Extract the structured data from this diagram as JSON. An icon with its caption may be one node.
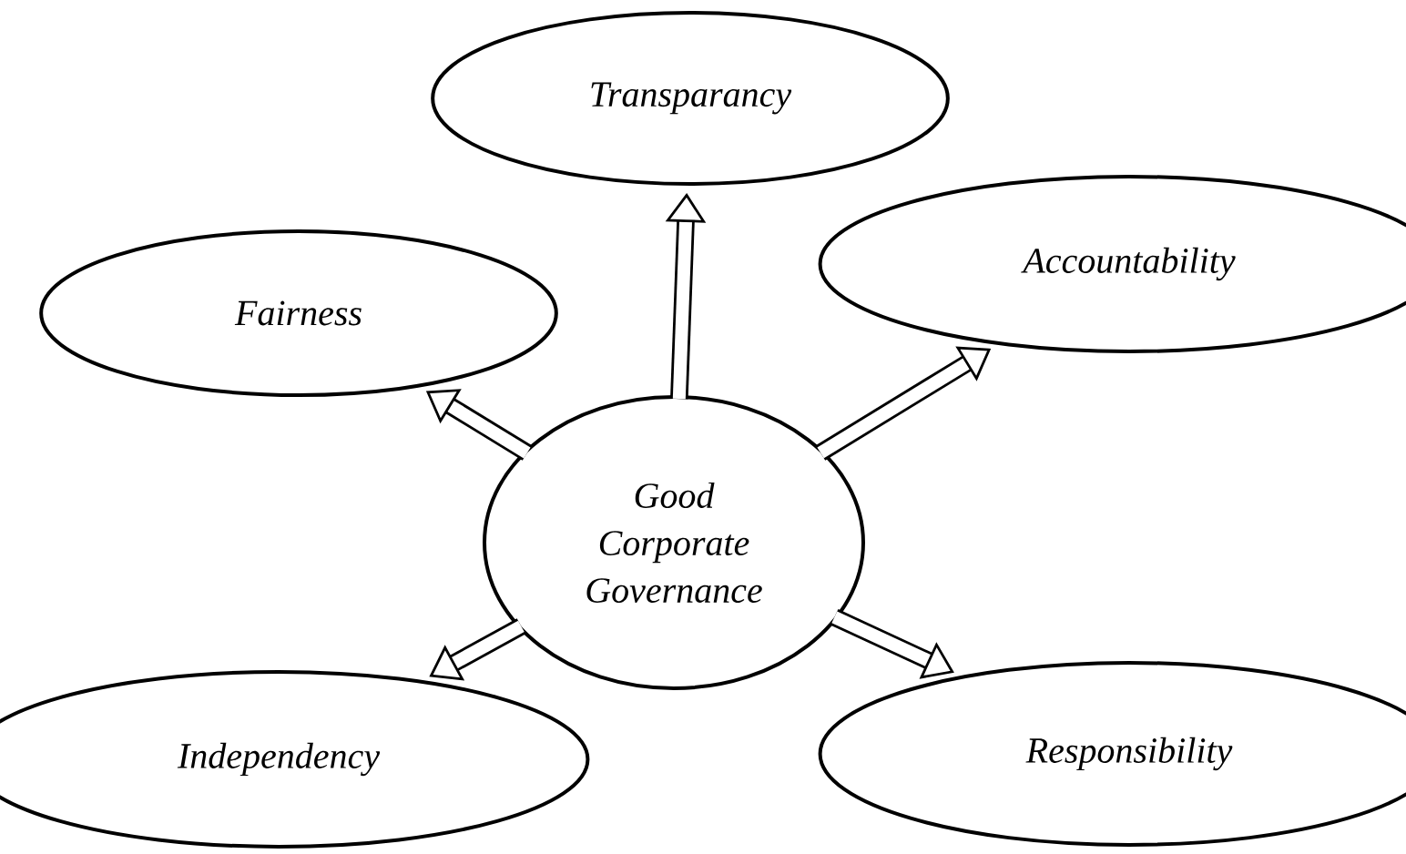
{
  "diagram": {
    "nodes": [
      {
        "text": [
          "Good Corporate Governance"
        ]
      },
      {
        "text": [
          "Transparancy"
        ]
      },
      {
        "text": [
          "Fairness"
        ]
      },
      {
        "text": [
          "Accountability"
        ]
      },
      {
        "text": [
          "Independency"
        ]
      },
      {
        "text": [
          "Responsibility"
        ]
      }
    ],
    "edges": [
      {
        "from": 0,
        "to": 1,
        "arrow": "to"
      },
      {
        "from": 0,
        "to": 2,
        "arrow": "to"
      },
      {
        "from": 0,
        "to": 3,
        "arrow": "to"
      },
      {
        "from": 0,
        "to": 4,
        "arrow": "to"
      },
      {
        "from": 0,
        "to": 5,
        "arrow": "to"
      }
    ]
  }
}
